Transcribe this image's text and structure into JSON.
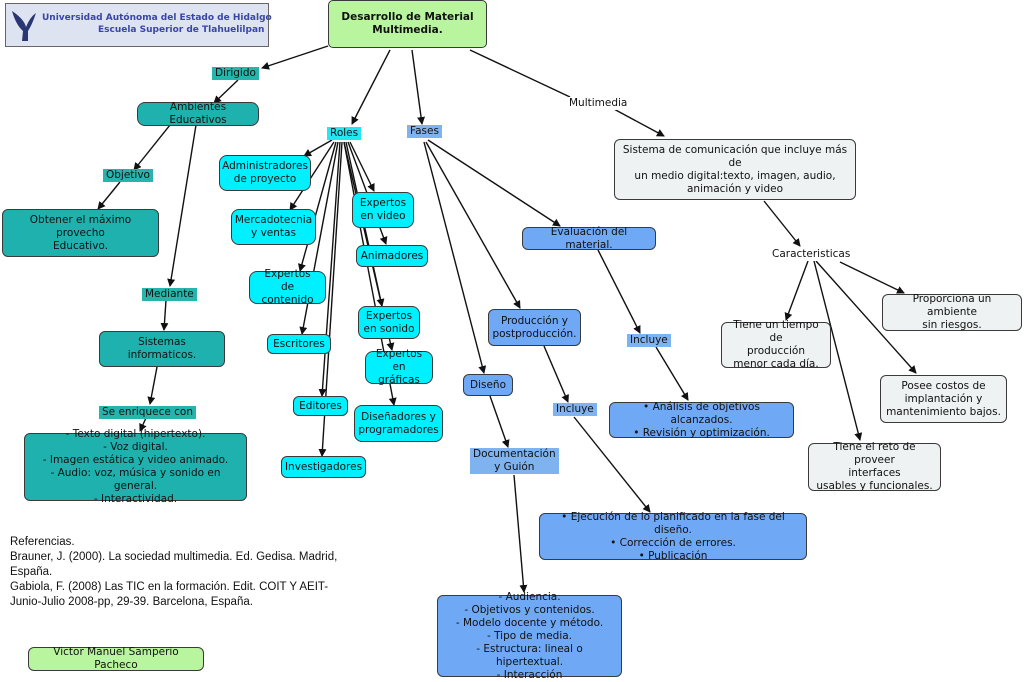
{
  "header": {
    "line1": "Universidad Autónoma del Estado de Hidalgo",
    "line2": "Escuela Superior de Tlahuelilpan"
  },
  "nodes": {
    "title": "Desarrollo de Material\nMultimedia.",
    "ambientes": "Ambientes Educativos",
    "obtener": "Obtener el máximo provecho\nEducativo.",
    "sistemas": "Sistemas informaticos.",
    "texto": "- Texto digital (hipertexto).\n- Voz digital.\n- Imagen estática y video animado.\n- Audio: voz, música y sonido en general.\n- Interactividad.",
    "administradores": "Administradores\nde proyecto",
    "mercadotecnia": "Mercadotecnia\ny ventas",
    "contenido": "Expertos\nde contenido",
    "escritores": "Escritores",
    "editores": "Editores",
    "investigadores": "Investigadores",
    "video": "Expertos\nen video",
    "animadores": "Animadores",
    "sonido": "Expertos\nen sonido",
    "graficas": "Expertos\nen gráficas",
    "disenadores": "Diseñadores y\nprogramadores",
    "evaluacion": "Evaluación del material.",
    "produccion": "Producción y\npostproducción.",
    "diseno": "Diseño",
    "analisis": "• Análisis de objetivos alcanzados.\n• Revisión y optimización.",
    "ejecucion": "• Ejecución de lo planificado en la fase del diseño.\n• Corrección de errores.\n• Publicación",
    "audiencia": "- Audiencia.\n- Objetivos y contenidos.\n- Modelo docente y método.\n- Tipo de media.\n- Estructura: lineal o hipertextual.\n- Interacción",
    "sistema_com": "Sistema de comunicación que incluye más de\nun medio digital:texto, imagen, audio,\nanimación y video",
    "tiempo": "Tiene un tiempo de\nproducción\nmenor cada día.",
    "ambiente": "Proporciona un ambiente\nsin riesgos.",
    "costos": "Posee costos de\nimplantación y\nmantenimiento bajos.",
    "reto": "Tiene el reto de proveer\ninterfaces\nusables y funcionales.",
    "autor": "Victor Manuel Samperio Pacheco"
  },
  "labels": {
    "dirigido": "Dirigido",
    "objetivo": "Objetivo",
    "mediante": "Mediante",
    "enriquece": "Se enriquece con",
    "roles": "Roles",
    "fases": "Fases",
    "multimedia": "Multimedia",
    "incluye1": "Incluye",
    "incluye2": "Incluye",
    "documentacion": "Documentación\ny Guión",
    "caracteristicas": "Caracteristicas"
  },
  "references": {
    "heading": "Referencias.",
    "ref1": "Brauner, J. (2000). La sociedad multimedia. Ed. Gedisa. Madrid,\nEspaña.",
    "ref2": "Gabiola, F. (2008) Las TIC en la formación. Edit. COIT Y AEIT-\nJunio-Julio 2008-pp, 29-39. Barcelona, España."
  },
  "colors": {
    "teal": "#1fb1ad",
    "cyan": "#00f0ff",
    "blue": "#6fa8f5",
    "grey": "#eef2f2",
    "green": "#b8f59e",
    "header_text": "#3a45a8"
  }
}
